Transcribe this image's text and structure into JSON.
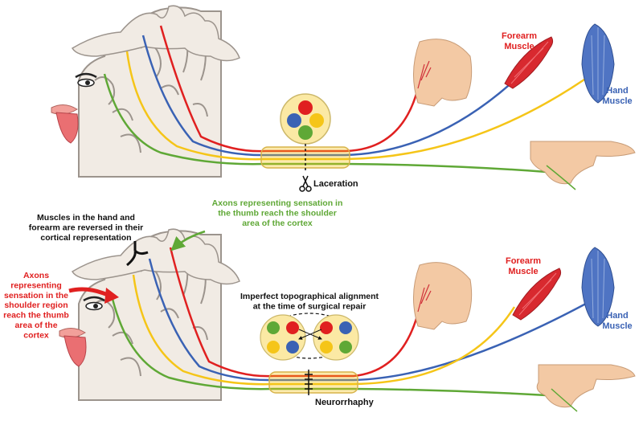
{
  "colors": {
    "red": "#e02020",
    "blue": "#3a62b4",
    "yellow": "#f5c518",
    "green": "#5fa836",
    "brain": "#f1ebe4",
    "brain_outline": "#9c948d",
    "skin": "#f3c9a4",
    "muscle_red": "#d8292f",
    "muscle_blue": "#4f74c3"
  },
  "top_panel": {
    "forearm_label": "Forearm\nMuscle",
    "hand_label": "Hand\nMuscle",
    "event_label": "Laceration",
    "icons": [
      "scissors-icon",
      "eye-icon",
      "tongue-icon",
      "shoulder-icon",
      "hand-icon",
      "forearm-muscle-icon",
      "hand-muscle-icon",
      "nerve-cross-section-icon"
    ]
  },
  "bottom_panel": {
    "forearm_label": "Forearm\nMuscle",
    "hand_label": "Hand\nMuscle",
    "muscles_reversed_label": "Muscles in the hand and\nforearm are reversed in their\ncortical representation",
    "thumb_axons_label": "Axons representing sensation in\nthe thumb reach the shoulder\narea of the cortex",
    "shoulder_axons_label": "Axons\nrepresenting\nsensation in the\nshoulder region\nreach the thumb\narea of the\ncortex",
    "alignment_label": "Imperfect topographical alignment\nat the time of surgical repair",
    "repair_label": "Neurorrhaphy"
  }
}
